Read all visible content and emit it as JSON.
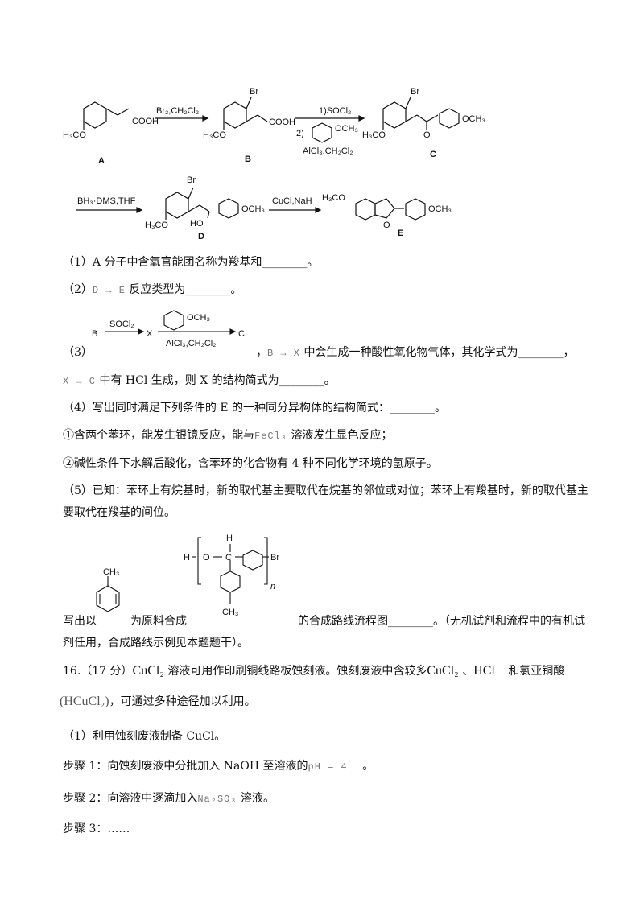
{
  "scheme": {
    "compound_A": "A",
    "compound_B": "B",
    "compound_C": "C",
    "compound_D": "D",
    "compound_E": "E",
    "label_cooh_A": "COOH",
    "label_cooh_B": "COOH",
    "label_h3co": "H₃CO",
    "label_br": "Br",
    "label_och3": "OCH₃",
    "label_ho": "HO",
    "label_h3co_e": "H₃CO",
    "label_o": "O",
    "reagent_1": "Br₂,CH₂Cl₂",
    "reagent_2_top": "1)SOCl₂",
    "reagent_2_mid": "2)",
    "reagent_2_bottom": "AlCl₃,CH₂Cl₂",
    "reagent_3": "BH₃·DMS,THF",
    "reagent_4": "CuCl,NaH"
  },
  "q1": "（1）A 分子中含氧官能团名称为羧基和________。",
  "q2": {
    "prefix": "（2）",
    "formula": "D → E",
    "suffix": "反应类型为________。"
  },
  "q3": {
    "prefix": "（3）",
    "scheme_b": "B",
    "scheme_reagent": "SOCl₂",
    "scheme_x": "X",
    "scheme_reagent2": "AlCl₃,CH₂Cl₂",
    "scheme_c": "C",
    "formula1": "B → X",
    "mid": "中会生成一种酸性氧化物气体，其化学式为________，",
    "formula2": "X → C",
    "line2": "中有 HCl 生成，则 X 的结构简式为________。"
  },
  "q4": {
    "stem": "（4）写出同时满足下列条件的 E 的一种同分异构体的结构简式：________。",
    "cond1_prefix": "①含两个苯环，能发生银镜反应，能与",
    "cond1_formula": "FeCl₃",
    "cond1_suffix": "溶液发生显色反应；",
    "cond2": "②碱性条件下水解后酸化，含苯环的化合物有 4 种不同化学环境的氢原子。"
  },
  "q5": {
    "line1": "（5）已知：苯环上有烷基时，新的取代基主要取代在烷基的邻位或对位；苯环上有羧基时，新的取代基主",
    "line2": "要取代在羧基的间位。",
    "toluene_ch3": "CH₃",
    "poly_h_left": "H",
    "poly_o": "O",
    "poly_c": "C",
    "poly_h_top": "H",
    "poly_br": "Br",
    "poly_n": "n",
    "poly_ch3": "CH₃",
    "write_prefix": "写出以",
    "write_mid": "为原料合成",
    "write_suffix": "的合成路线流程图________。（无机试剂和流程中的有机试",
    "line_last": "剂任用，合成路线示例见本题题干）。"
  },
  "q16": {
    "number": "16.（17 分）",
    "formula_cucl2": "CuCl₂",
    "text1": "溶液可用作印刷铜线路板蚀刻液。蚀刻废液中含较多",
    "formula_cucl2_b": "CuCl₂",
    "sep": "、",
    "formula_hcl": "HCl",
    "text2": "和氯亚铜酸",
    "formula_hcucl2": "(HCuCl₂)",
    "text3": "，可通过多种途径加以利用。",
    "part1": "（1）利用蚀刻废液制备 CuCl。",
    "step1_prefix": "步骤 1：向蚀刻废液中分批加入 NaOH 至溶液的",
    "step1_formula": "pH = 4",
    "step1_suffix": "。",
    "step2_prefix": "步骤 2：向溶液中逐滴加入",
    "step2_formula": "Na₂SO₃",
    "step2_suffix": "溶液。",
    "step3": "步骤 3：……"
  }
}
